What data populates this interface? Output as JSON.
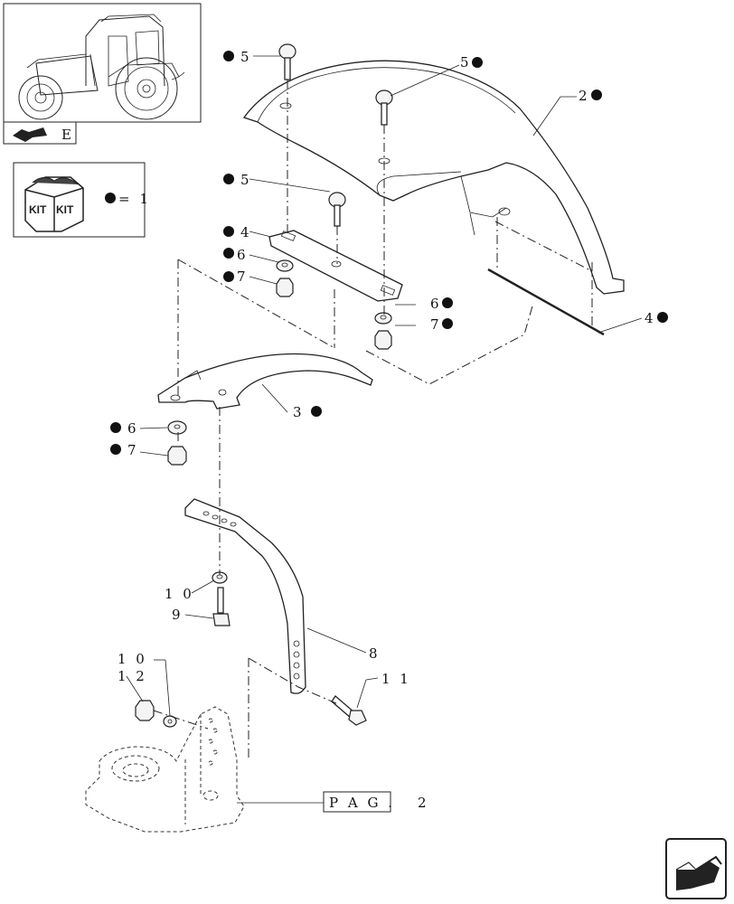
{
  "kit_legend": {
    "kit_labels": [
      "KIT",
      "KIT"
    ],
    "equals_text": "= 1"
  },
  "callouts": {
    "c5a": "5",
    "c5b": "5",
    "c5c": "5",
    "c2": "2",
    "c4a": "4",
    "c4b": "4",
    "c6a": "6",
    "c7a": "7",
    "c6b": "6",
    "c7b": "7",
    "c3": "3",
    "c6c": "6",
    "c7c": "7",
    "c10a": "1 0",
    "c9": "9",
    "c8": "8",
    "c10b": "1 0",
    "c12": "1 2",
    "c11": "1 1"
  },
  "page_ref": {
    "label": "P A G .",
    "number": "2"
  },
  "icons": [
    "tractor-thumbnail",
    "arrow-left-icon",
    "kit-box-icon",
    "kit-marker-dot",
    "next-page-arrow-icon"
  ]
}
